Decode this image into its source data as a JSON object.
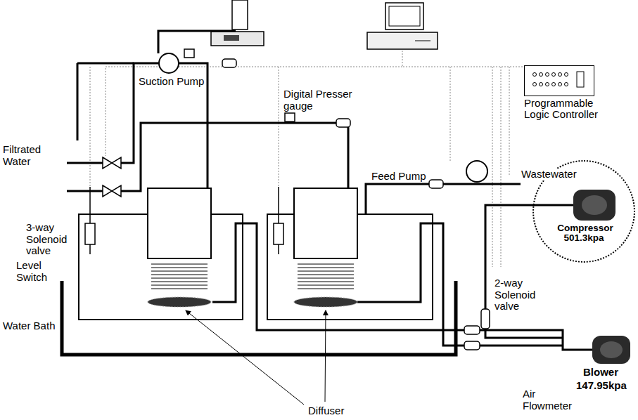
{
  "diagram": {
    "nodes": [
      {
        "text": [
          "Programmable Logic Controller"
        ]
      },
      {
        "text": [
          "Compressor",
          "501.3kpa"
        ]
      }
    ],
    "labels": [
      "Digital Presser gauge",
      "Filtrated Water",
      "Suction Pump",
      "Feed Pump",
      "Wastewater",
      "3-way Solenoid valve",
      "Level Switch",
      "2-way Solenoid valve",
      "Water Bath",
      "Air Flowmeter",
      "Blower",
      "147.95kpa",
      "Diffuser"
    ]
  }
}
